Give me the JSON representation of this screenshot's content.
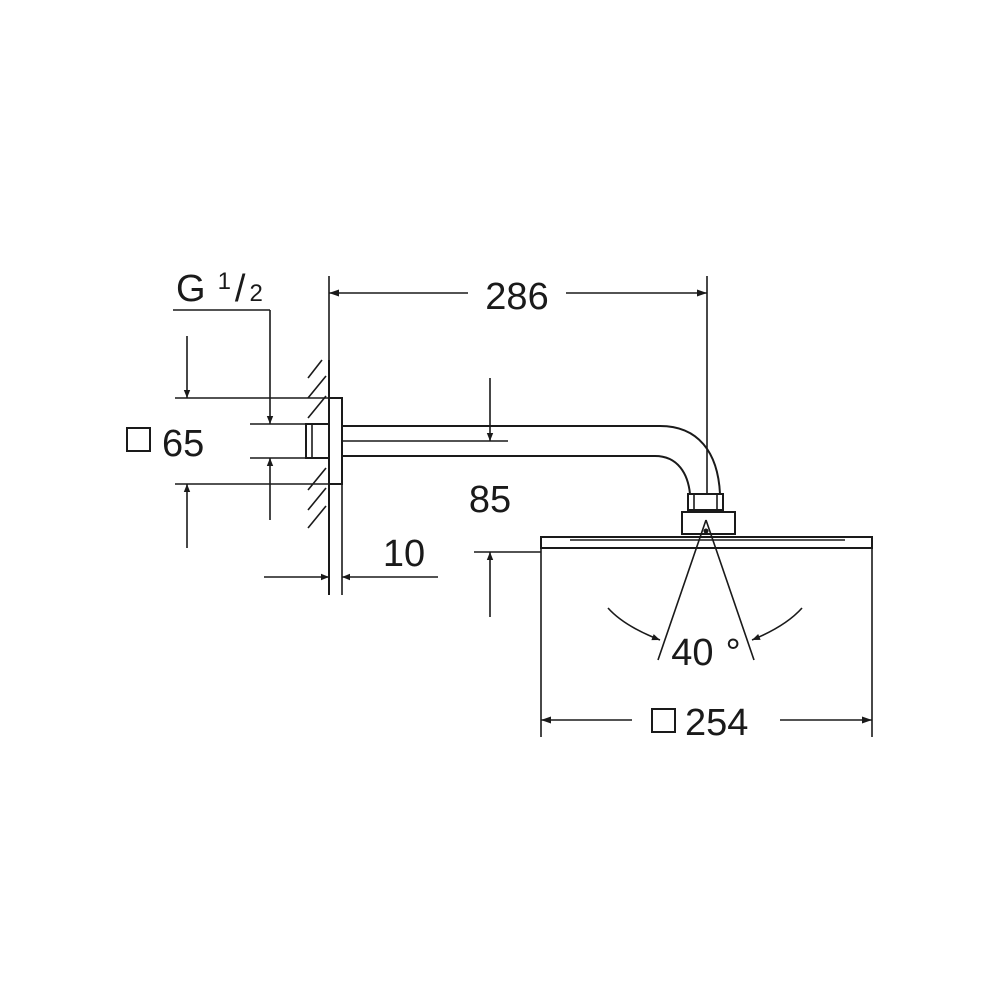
{
  "dimensions": {
    "arm_length": "286",
    "rose_width": "254",
    "flange_square": "65",
    "drop_height": "85",
    "flange_depth": "10",
    "spray_angle": "40",
    "degree_symbol": "°",
    "thread": {
      "prefix": "G",
      "numerator": "1",
      "slash": "/",
      "denominator": "2"
    }
  },
  "colors": {
    "line": "#1a1a1a",
    "background": "#ffffff"
  }
}
